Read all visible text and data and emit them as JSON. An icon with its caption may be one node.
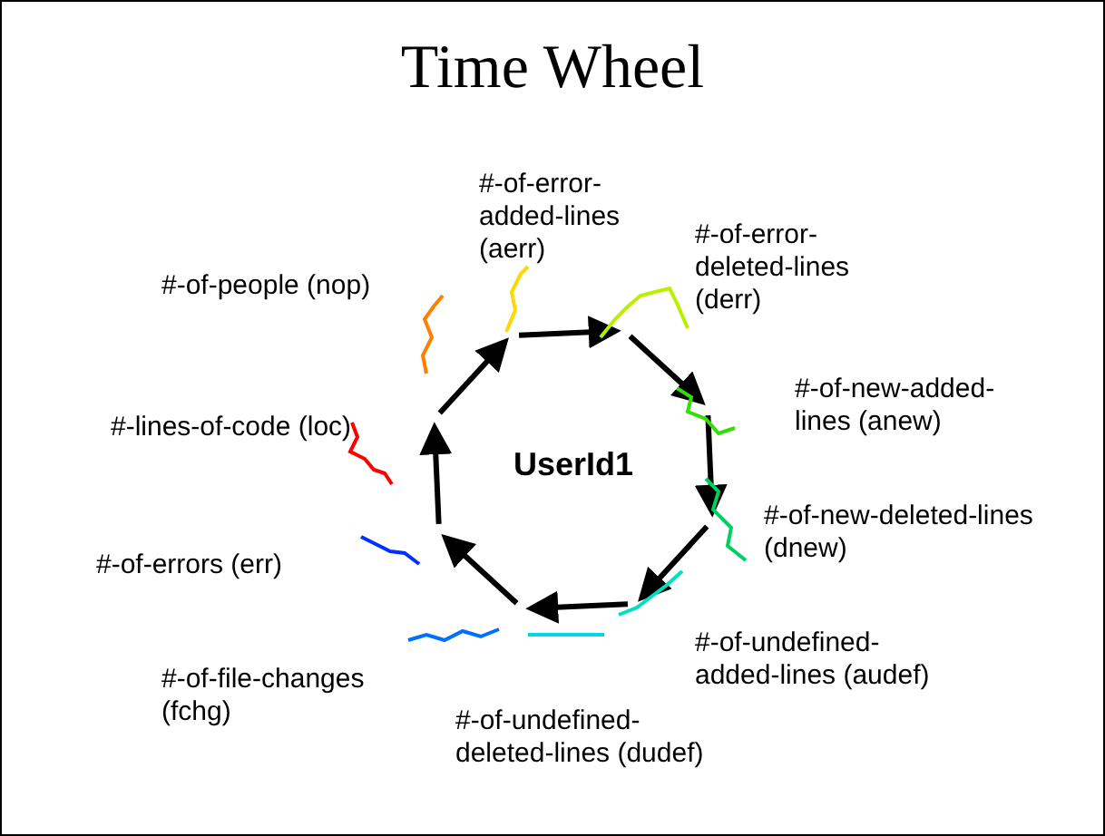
{
  "diagram": {
    "title": "Time Wheel",
    "labels": [
      "#-of-error-added-lines (aerr)",
      "#-of-error-deleted-lines (derr)",
      "#-of-people (nop)",
      "#-of-new-added-lines (anew)",
      "#-lines-of-code (loc)",
      "UserId1",
      "#-of-new-deleted-lines (dnew)",
      "#-of-errors (err)",
      "#-of-undefined-added-lines (audef)",
      "#-of-file-changes (fchg)",
      "#-of-undefined-deleted-lines (dudef)"
    ]
  }
}
